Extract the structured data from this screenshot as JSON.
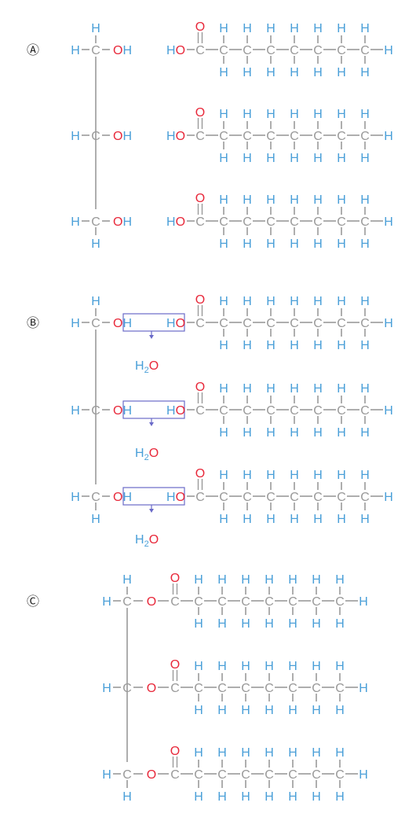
{
  "colors": {
    "hydrogen": "#4a9fd8",
    "carbon": "#9a9a9a",
    "oxygen": "#e8283a",
    "bond": "#9a9a9a",
    "reaction_box": "#6a6ac8",
    "label": "#222222"
  },
  "panels": [
    {
      "id": "A",
      "label": "Ⓐ",
      "type": "reactants",
      "glycerol_chain": [
        "HO",
        "HO",
        "HO"
      ],
      "fatty_acids": [
        {
          "groups": [
            "HO",
            "C",
            "C",
            "C",
            "C",
            "C",
            "C",
            "C",
            "C",
            "H"
          ],
          "carbonyl_O": "O"
        },
        {
          "groups": [
            "HO",
            "C",
            "C",
            "C",
            "C",
            "C",
            "C",
            "C",
            "C",
            "H"
          ],
          "carbonyl_O": "O"
        },
        {
          "groups": [
            "HO",
            "C",
            "C",
            "C",
            "C",
            "C",
            "C",
            "C",
            "C",
            "H"
          ],
          "carbonyl_O": "O"
        }
      ]
    },
    {
      "id": "B",
      "label": "Ⓑ",
      "type": "condensation",
      "water_labels": [
        {
          "H": "H",
          "sub": "2",
          "O": "O"
        },
        {
          "H": "H",
          "sub": "2",
          "O": "O"
        },
        {
          "H": "H",
          "sub": "2",
          "O": "O"
        }
      ]
    },
    {
      "id": "C",
      "label": "Ⓒ",
      "type": "triglyceride"
    }
  ],
  "atoms": {
    "H": "H",
    "C": "C",
    "O": "O",
    "OH_O": "O",
    "OH_H": "H",
    "HO_H": "H",
    "HO_O": "O"
  }
}
